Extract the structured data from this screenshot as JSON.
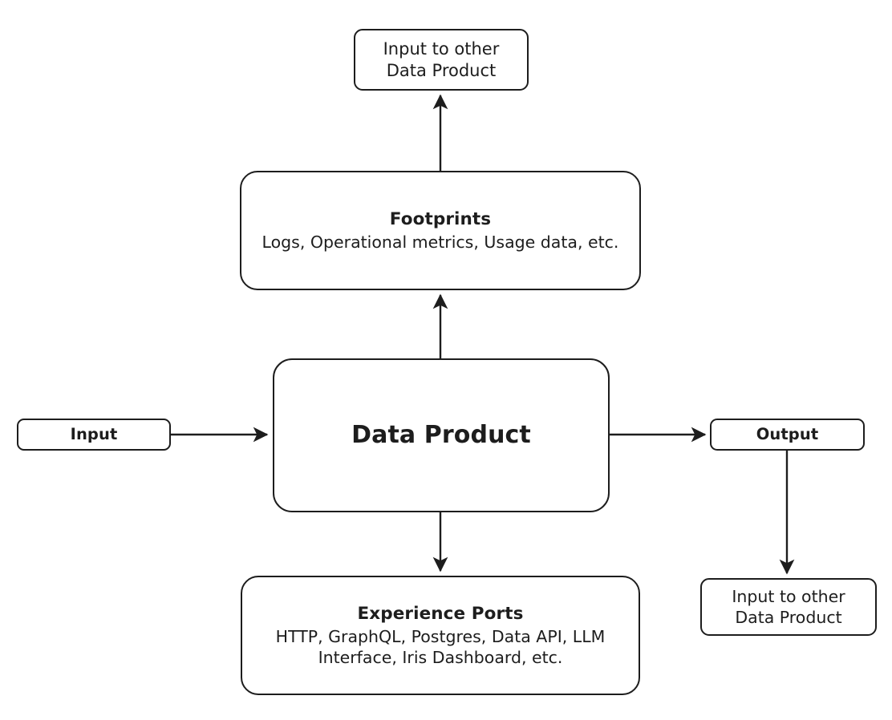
{
  "diagram": {
    "type": "flowchart",
    "background_color": "#ffffff",
    "stroke_color": "#1d1d1d",
    "text_color": "#1d1d1d",
    "nodes": {
      "input_other_top": {
        "line1": "Input to other",
        "line2": "Data Product"
      },
      "footprints": {
        "title": "Footprints",
        "subtitle": "Logs, Operational metrics, Usage data, etc."
      },
      "data_product": {
        "title": "Data Product"
      },
      "experience_ports": {
        "title": "Experience Ports",
        "subtitle": "HTTP, GraphQL, Postgres, Data API, LLM Interface, Iris Dashboard, etc."
      },
      "input": {
        "title": "Input"
      },
      "output": {
        "title": "Output"
      },
      "input_other_right": {
        "line1": "Input to other",
        "line2": "Data Product"
      }
    },
    "edges": [
      {
        "id": "input-to-data-product",
        "from": "input",
        "to": "data_product",
        "direction": "right"
      },
      {
        "id": "data-product-to-output",
        "from": "data_product",
        "to": "output",
        "direction": "right"
      },
      {
        "id": "data-product-to-footprints",
        "from": "data_product",
        "to": "footprints",
        "direction": "up"
      },
      {
        "id": "footprints-to-input-other-top",
        "from": "footprints",
        "to": "input_other_top",
        "direction": "up"
      },
      {
        "id": "data-product-to-experience-ports",
        "from": "data_product",
        "to": "experience_ports",
        "direction": "down"
      },
      {
        "id": "output-to-input-other-right",
        "from": "output",
        "to": "input_other_right",
        "direction": "down"
      }
    ]
  }
}
